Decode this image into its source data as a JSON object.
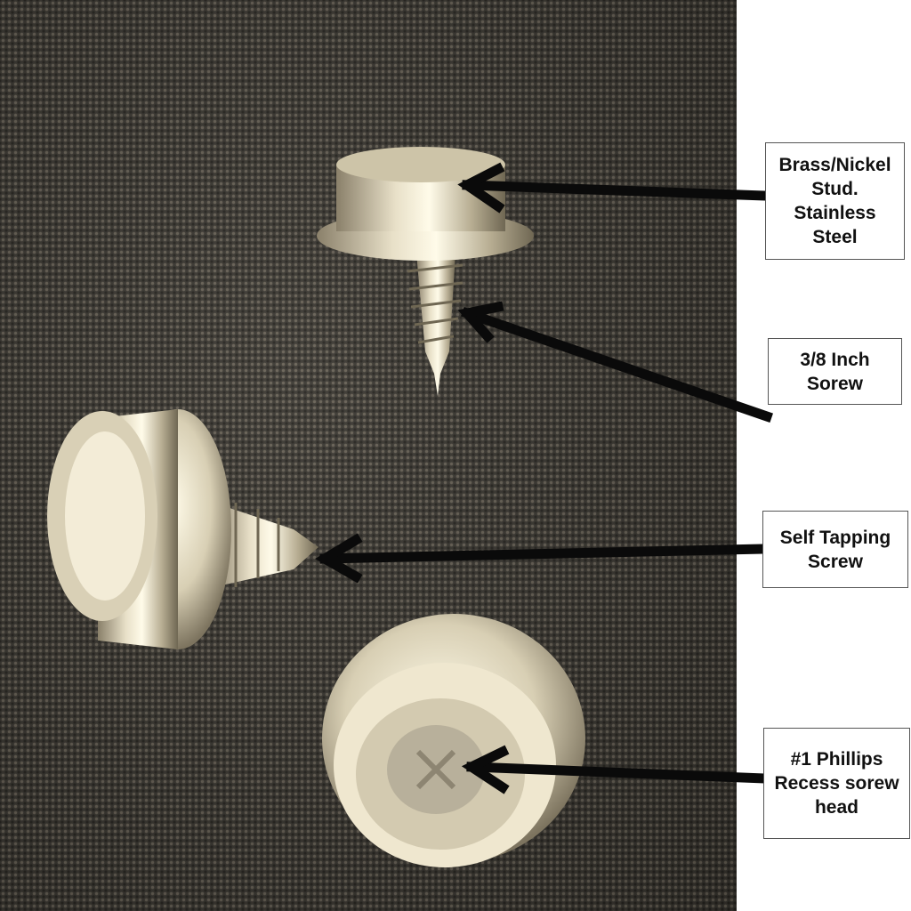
{
  "image": {
    "description": "Photo of three snap fastener screw studs on dark woven fabric with annotated arrows and labels",
    "background_color": "#3b3832",
    "label_panel_color": "#ffffff"
  },
  "labels": [
    {
      "id": "stud",
      "text": "Brass/Nickel\nStud.\nStainless\nSteel"
    },
    {
      "id": "screw_length",
      "text": "3/8 Inch\nSorew"
    },
    {
      "id": "self_tapping",
      "text": "Self Tapping\nScrew"
    },
    {
      "id": "phillips",
      "text": "#1 Phillips\nRecess sorew\nhead"
    }
  ],
  "objects": [
    {
      "name": "snap-stud-top",
      "description": "stud viewed from side, screw pointing down"
    },
    {
      "name": "snap-stud-left",
      "description": "stud lying on side, screw pointing right"
    },
    {
      "name": "snap-stud-bottom",
      "description": "stud viewed from top showing phillips recess"
    }
  ]
}
